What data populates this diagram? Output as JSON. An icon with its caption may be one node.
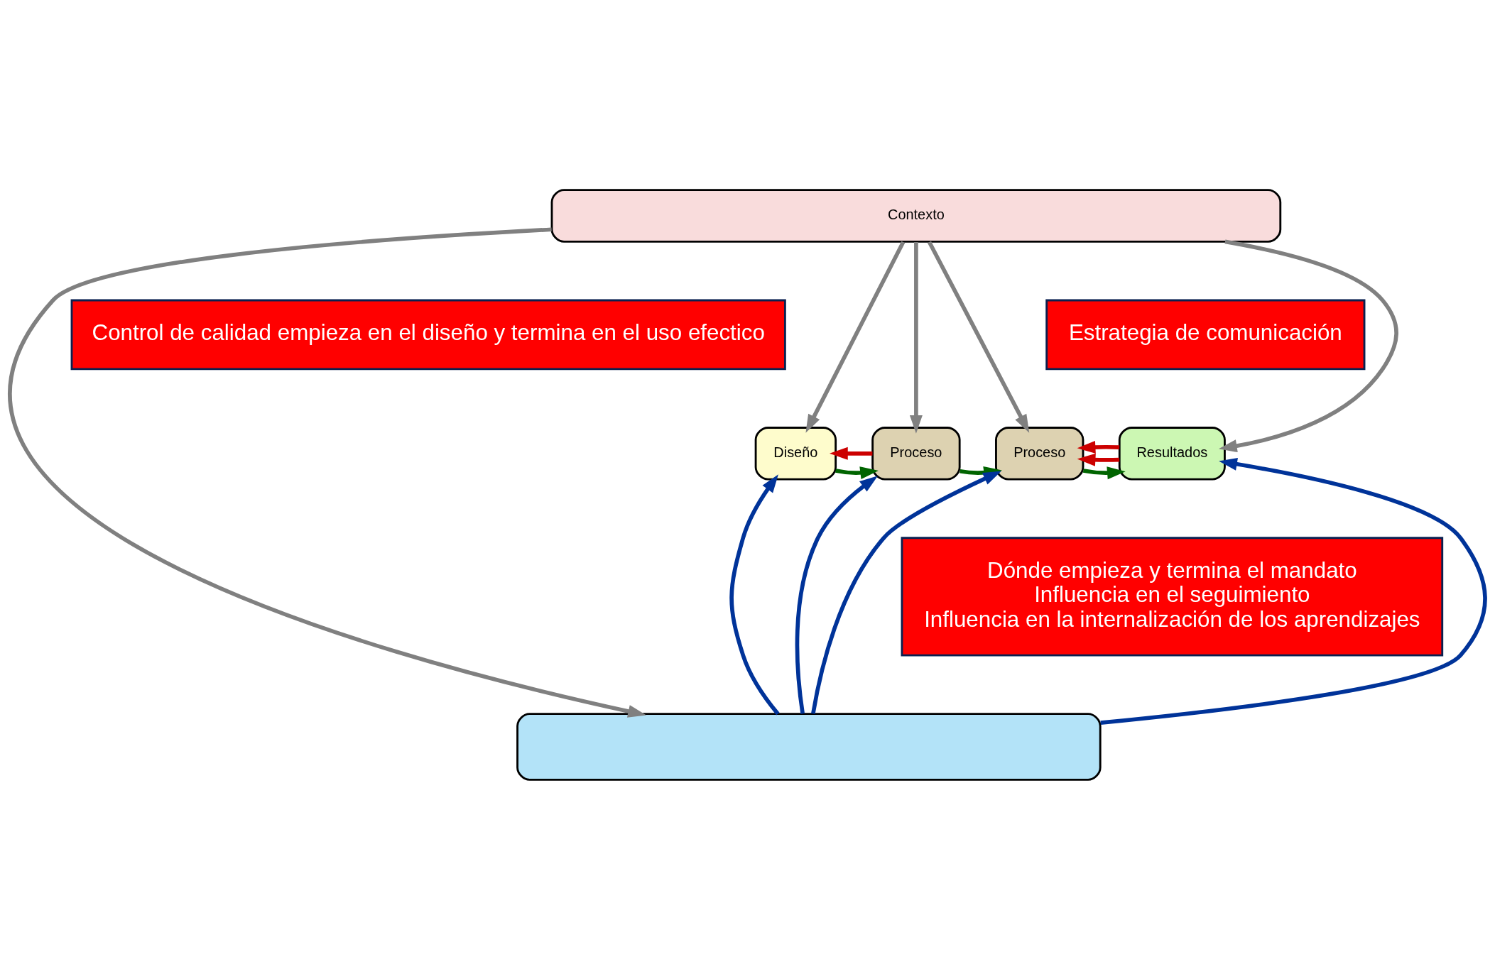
{
  "diagram": {
    "nodes": [
      {
        "text": [
          "Contexto"
        ]
      },
      {
        "text": [
          "Diseño"
        ]
      },
      {
        "text": [
          "Proceso"
        ]
      },
      {
        "text": [
          "Proceso"
        ]
      },
      {
        "text": [
          "Resultados"
        ]
      },
      {
        "text": [],
        "shape": "box"
      },
      {
        "text": [
          "Control de calidad empieza en el diseño y termina en el uso efectico"
        ]
      },
      {
        "text": [
          "Estrategia de comunicación"
        ]
      },
      {
        "text": [
          "Dónde empieza y termina el mandato",
          "Influencia en el seguimiento",
          "Influencia en la internalización de los aprendizajes"
        ]
      }
    ],
    "edges": [
      {
        "from": 0,
        "to": 1,
        "arrow": "to",
        "color": "#808080"
      },
      {
        "from": 0,
        "to": 2,
        "arrow": "to",
        "color": "#808080"
      },
      {
        "from": 0,
        "to": 3,
        "arrow": "to",
        "color": "#808080"
      },
      {
        "from": 0,
        "to": 4,
        "arrow": "to",
        "color": "#808080"
      },
      {
        "from": 0,
        "to": 5,
        "arrow": "to",
        "color": "#808080"
      },
      {
        "from": 1,
        "to": 2,
        "arrow": "to",
        "color": "#006400"
      },
      {
        "from": 2,
        "to": 3,
        "arrow": "to",
        "color": "#006400"
      },
      {
        "from": 3,
        "to": 4,
        "arrow": "to",
        "color": "#006400"
      },
      {
        "from": 2,
        "to": 1,
        "arrow": "to",
        "color": "#cc0000"
      },
      {
        "from": 4,
        "to": 3,
        "arrow": "to",
        "color": "#cc0000"
      },
      {
        "from": 4,
        "to": 3,
        "arrow": "to",
        "color": "#cc0000"
      },
      {
        "from": 5,
        "to": 1,
        "arrow": "to",
        "color": "#003399"
      },
      {
        "from": 5,
        "to": 2,
        "arrow": "to",
        "color": "#003399"
      },
      {
        "from": 5,
        "to": 3,
        "arrow": "to",
        "color": "#003399"
      },
      {
        "from": 5,
        "to": 4,
        "arrow": "to",
        "color": "#003399"
      }
    ]
  }
}
